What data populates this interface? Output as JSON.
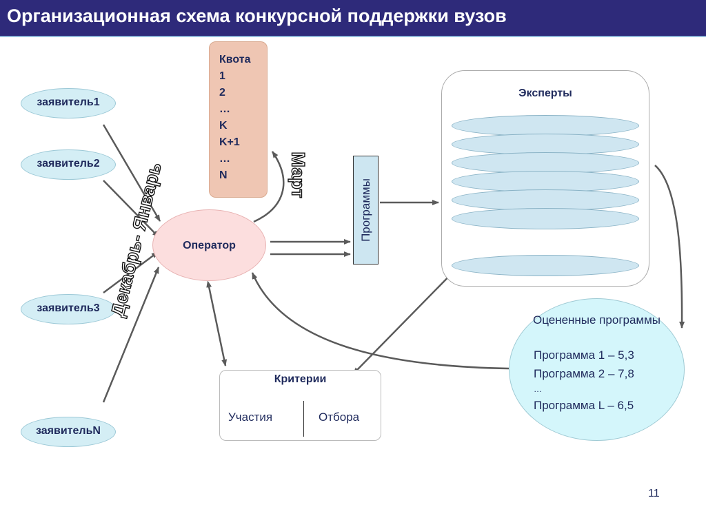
{
  "title": "Организационная схема конкурсной поддержки вузов",
  "applicants": [
    "заявитель1",
    "заявитель2",
    "заявитель3",
    "заявительN"
  ],
  "operator": "Оператор",
  "quota": {
    "lines": [
      "Квота",
      "1",
      "2",
      "…",
      "K",
      "K+1",
      "…",
      "N"
    ]
  },
  "programs": "Программы",
  "experts": {
    "title": "Эксперты"
  },
  "period_labels": {
    "dec_jan": "Декабрь- Январь",
    "march": "Март"
  },
  "evaluated": {
    "title": "Оцененные программы",
    "rows": [
      "Программа 1 – 5,3",
      "Программа 2 – 7,8",
      "…",
      "Программа L – 6,5"
    ]
  },
  "criteria": {
    "title": "Критерии",
    "left": "Участия",
    "right": "Отбора"
  },
  "page_number": "11",
  "colors": {
    "title_bar": "#2e2a7a",
    "applicant_fill": "#d4eef5",
    "operator_fill": "#fcdede",
    "quota_fill": "#efc6b3",
    "evaluated_fill": "#d4f6fb",
    "arrow": "#5a5a5a"
  }
}
